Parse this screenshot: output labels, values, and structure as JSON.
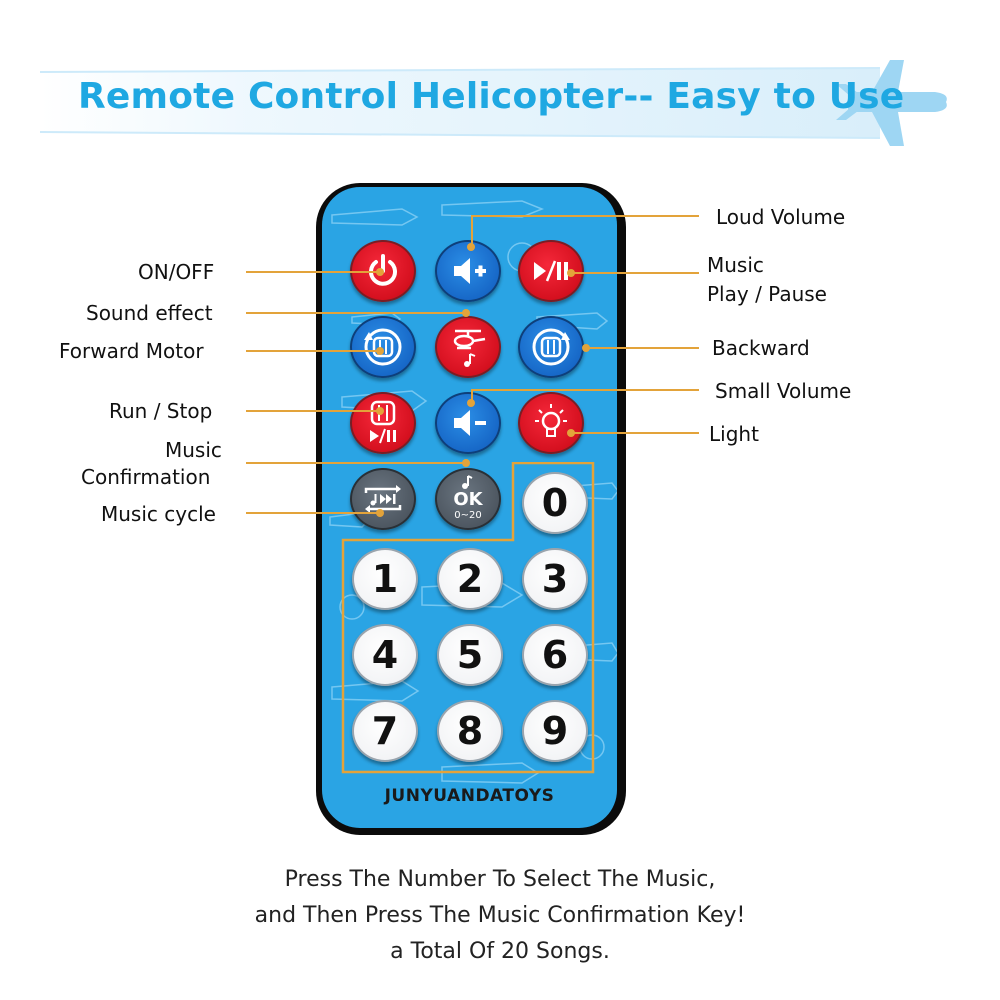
{
  "header": {
    "title": "Remote Control Helicopter-- Easy to Use"
  },
  "remote": {
    "brand": "JUNYUANDATOYS",
    "number_buttons": [
      "0",
      "1",
      "2",
      "3",
      "4",
      "5",
      "6",
      "7",
      "8",
      "9"
    ],
    "ok_button": {
      "label": "OK",
      "range": "0~20"
    }
  },
  "labels": {
    "on_off": "ON/OFF",
    "sound_effect": "Sound effect",
    "forward_motor": "Forward Motor",
    "run_stop": "Run / Stop",
    "music_confirmation_1": "Music",
    "music_confirmation_2": "Confirmation",
    "music_cycle": "Music cycle",
    "loud_volume": "Loud Volume",
    "music_play_pause_1": "Music",
    "music_play_pause_2": "Play / Pause",
    "backward": "Backward",
    "small_volume": "Small Volume",
    "light": "Light"
  },
  "caption": {
    "line1": "Press The Number To Select The Music,",
    "line2": "and Then Press The Music Confirmation Key!",
    "line3": "a Total Of 20 Songs."
  },
  "colors": {
    "accent_blue": "#1fa8e2",
    "remote_face": "#2aa4e4",
    "leader_orange": "#e3a33a",
    "button_red": "#d5101f",
    "button_blue": "#1666c6"
  }
}
